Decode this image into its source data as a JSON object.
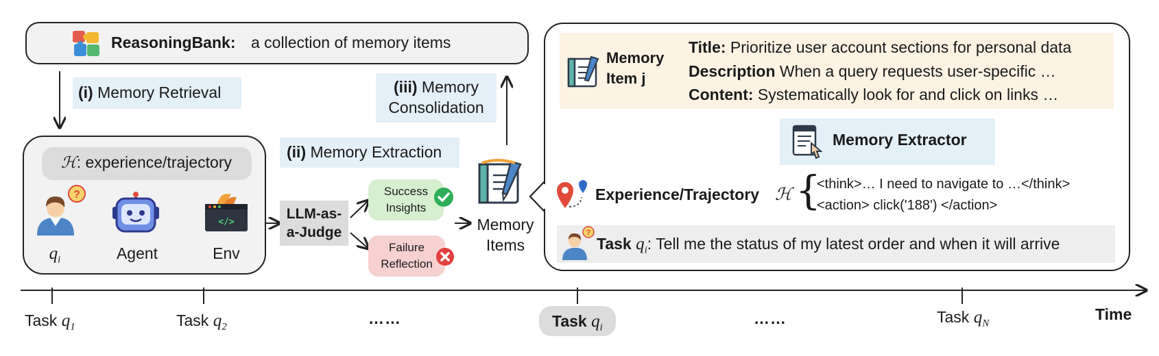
{
  "reasoningbank": {
    "title": "ReasoningBank:",
    "subtitle": "a collection of memory items"
  },
  "steps": {
    "retrieval_num": "(i)",
    "retrieval_label": "Memory Retrieval",
    "extraction_num": "(ii)",
    "extraction_label": "Memory Extraction",
    "consolidation_num": "(iii)",
    "consolidation_label_1": "Memory",
    "consolidation_label_2": "Consolidation"
  },
  "experience": {
    "symbol": "ℋ",
    "label": ": experience/trajectory",
    "query_label": "q",
    "query_sub": "i",
    "agent_label": "Agent",
    "env_label": "Env"
  },
  "judge": {
    "line1": "LLM-as-",
    "line2": "a-Judge"
  },
  "outcomes": {
    "success_1": "Success",
    "success_2": "Insights",
    "failure_1": "Failure",
    "failure_2": "Reflection"
  },
  "memory_items": {
    "line1": "Memory",
    "line2": "Items"
  },
  "memory_item": {
    "label_1": "Memory",
    "label_2": "Item j",
    "title_key": "Title:",
    "title_val": "Prioritize user account sections for personal data",
    "desc_key": "Description",
    "desc_val": "When a query requests user-specific …",
    "content_key": "Content:",
    "content_val": "Systematically look for and click on links …"
  },
  "extractor": {
    "label": "Memory Extractor"
  },
  "trajectory": {
    "label": "Experience/Trajectory",
    "symbol": "ℋ",
    "line1": "<think>… I need to navigate to …</think>",
    "line2": "<action> click('188') </action>"
  },
  "task": {
    "key": "Task",
    "q": "q",
    "sub": "i",
    "text": ": Tell me the status of my latest order and when it will arrive"
  },
  "timeline": {
    "task_word": "Task",
    "t1_sub": "1",
    "t2_sub": "2",
    "ti_sub": "i",
    "tn_sub": "N",
    "dots": "……",
    "time_label": "Time"
  },
  "colors": {
    "label_bg": "#e4f0f8",
    "success_bg": "#d6efcf",
    "failure_bg": "#f6d1cf",
    "memory_panel_bg": "#fdf3e3",
    "check_green": "#2fae5a",
    "cross_red": "#e2403f"
  }
}
